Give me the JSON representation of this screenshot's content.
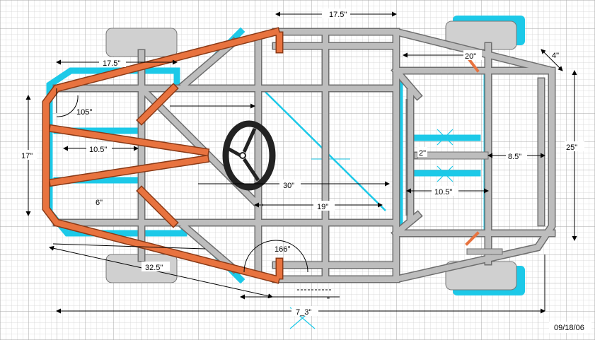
{
  "drawing": {
    "date": "09/18/06",
    "colors": {
      "grid": "#c9c9c9",
      "frame_tube": "#bdbdbd",
      "frame_edge": "#6e6e6e",
      "orange_tube": "#e8733f",
      "cyan_tube": "#1cc9e8",
      "wheel": "#d0d0d0",
      "steering_wheel": "#222222"
    },
    "dimensions": {
      "top_width": "17.5\"",
      "left_upper": "17.5\"",
      "rear_offset": "20\"",
      "corner": "4\"",
      "angle_front": "105°",
      "front_width": "17\"",
      "front_inner": "10.5\"",
      "rear_inner": "2\"",
      "rear_crossmember": "8.5\"",
      "rear_width": "25\"",
      "mid_length": "30\"",
      "rear_length": "10.5\"",
      "lower_mid": "19\"",
      "small_offset": "6\"",
      "angle_rear": "166°",
      "diagonal": "32.5\"",
      "bottom_inner": "\"",
      "overall_length": "7_3\""
    }
  }
}
